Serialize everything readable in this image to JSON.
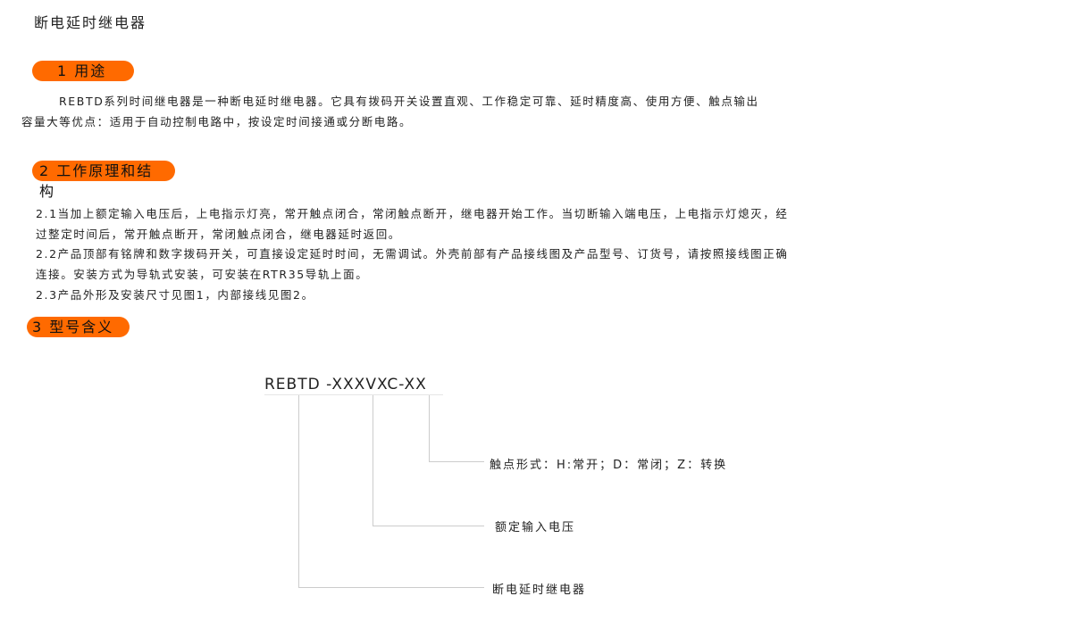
{
  "title": "断电延时继电器",
  "sections": [
    {
      "heading": "1 用途",
      "lines": [
        "REBTD系列时间继电器是一种断电延时继电器。它具有拨码开关设置直观、工作稳定可靠、延时精度高、使用方便、触点输出",
        "容量大等优点：适用于自动控制电路中，按设定时间接通或分断电路。"
      ]
    },
    {
      "heading": "2 工作原理和结构",
      "lines": [
        "2.1当加上额定输入电压后，上电指示灯亮，常开触点闭合，常闭触点断开，继电器开始工作。当切断输入端电压，上电指示灯熄灭，经",
        "过整定时间后，常开触点断开，常闭触点闭合，继电器延时返回。",
        "2.2产品顶部有铭牌和数字拨码开关，可直接设定延时时间，无需调试。外壳前部有产品接线图及产品型号、订货号，请按照接线图正确",
        "连接。安装方式为导轨式安装，可安装在RTR35导轨上面。",
        "2.3产品外形及安装尺寸见图1，内部接线见图2。"
      ]
    },
    {
      "heading": "3 型号含义"
    }
  ],
  "model": {
    "code": "REBTD -XXXVXC-XX",
    "labels": [
      "触点形式：H:常开；D：常闭；Z：转换",
      "额定输入电压",
      "断电延时继电器"
    ]
  },
  "colors": {
    "accent": "#ff6a00"
  }
}
